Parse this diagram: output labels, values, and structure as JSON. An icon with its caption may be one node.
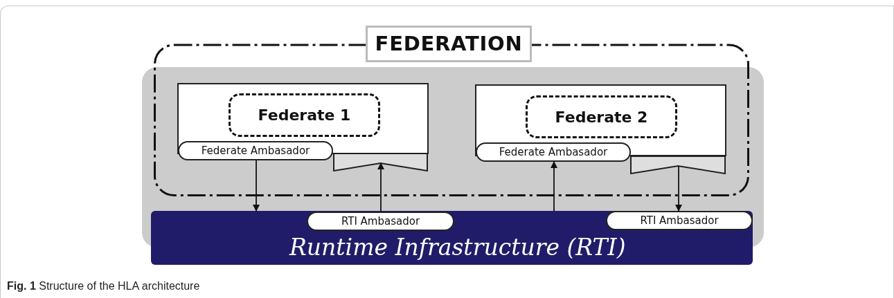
{
  "diagram": {
    "caption": "**Fig. 1** Structure of the HLA architecture",
    "nodes": [
      {
        "text": [
          "FEDERATION"
        ]
      },
      {
        "text": [],
        "shape": "box",
        "in": 0
      },
      {
        "text": [
          "Federate 1"
        ],
        "in": 1
      },
      {
        "text": [
          "Federate Ambasador"
        ],
        "in": 0
      },
      {
        "text": [],
        "shape": "box",
        "in": 0
      },
      {
        "text": [],
        "shape": "box",
        "in": 0
      },
      {
        "text": [
          "Federate 2"
        ],
        "in": 5
      },
      {
        "text": [
          "Federate Ambasador"
        ],
        "in": 0
      },
      {
        "text": [],
        "shape": "box",
        "in": 0
      },
      {
        "text": [
          "Runtime Infrastructure (RTI)"
        ]
      },
      {
        "text": [
          "RTI Ambasador"
        ],
        "in": 9
      },
      {
        "text": [
          "RTI Ambasador"
        ],
        "in": 9
      }
    ],
    "edges": [
      {
        "from": 3,
        "to": 9,
        "arrow": "to"
      },
      {
        "from": 10,
        "to": 4,
        "arrow": "to"
      },
      {
        "from": 9,
        "to": 7,
        "arrow": "to"
      },
      {
        "from": 8,
        "to": 11,
        "arrow": "to"
      }
    ]
  }
}
